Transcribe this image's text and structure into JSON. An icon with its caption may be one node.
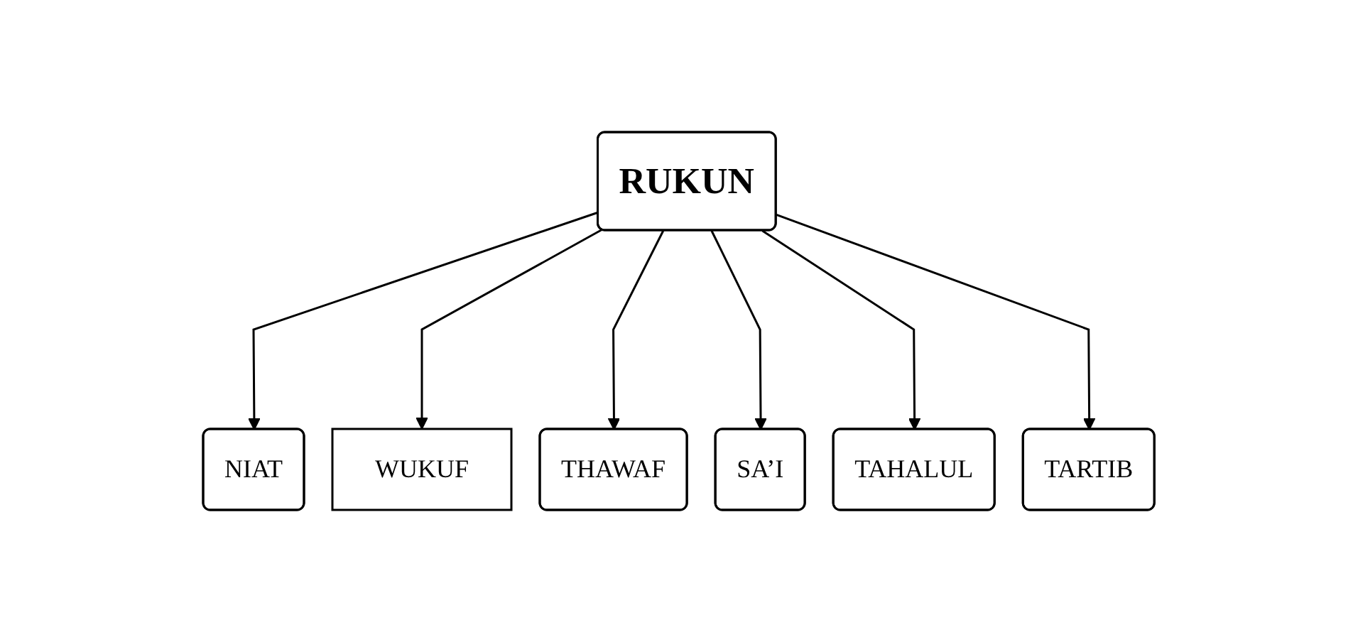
{
  "diagram": {
    "nodes": [
      {
        "text": [
          "RUKUN"
        ]
      },
      {
        "text": [
          "NIAT"
        ]
      },
      {
        "text": [
          "WUKUF"
        ]
      },
      {
        "text": [
          "THAWAF"
        ]
      },
      {
        "text": [
          "SA’I"
        ]
      },
      {
        "text": [
          "TAHALUL"
        ]
      },
      {
        "text": [
          "TARTIB"
        ]
      }
    ],
    "edges": [
      {
        "from": 0,
        "to": 1,
        "arrow": "to"
      },
      {
        "from": 0,
        "to": 2,
        "arrow": "to"
      },
      {
        "from": 0,
        "to": 3,
        "arrow": "to"
      },
      {
        "from": 0,
        "to": 4,
        "arrow": "to"
      },
      {
        "from": 0,
        "to": 5,
        "arrow": "to"
      },
      {
        "from": 0,
        "to": 6,
        "arrow": "to"
      }
    ]
  }
}
